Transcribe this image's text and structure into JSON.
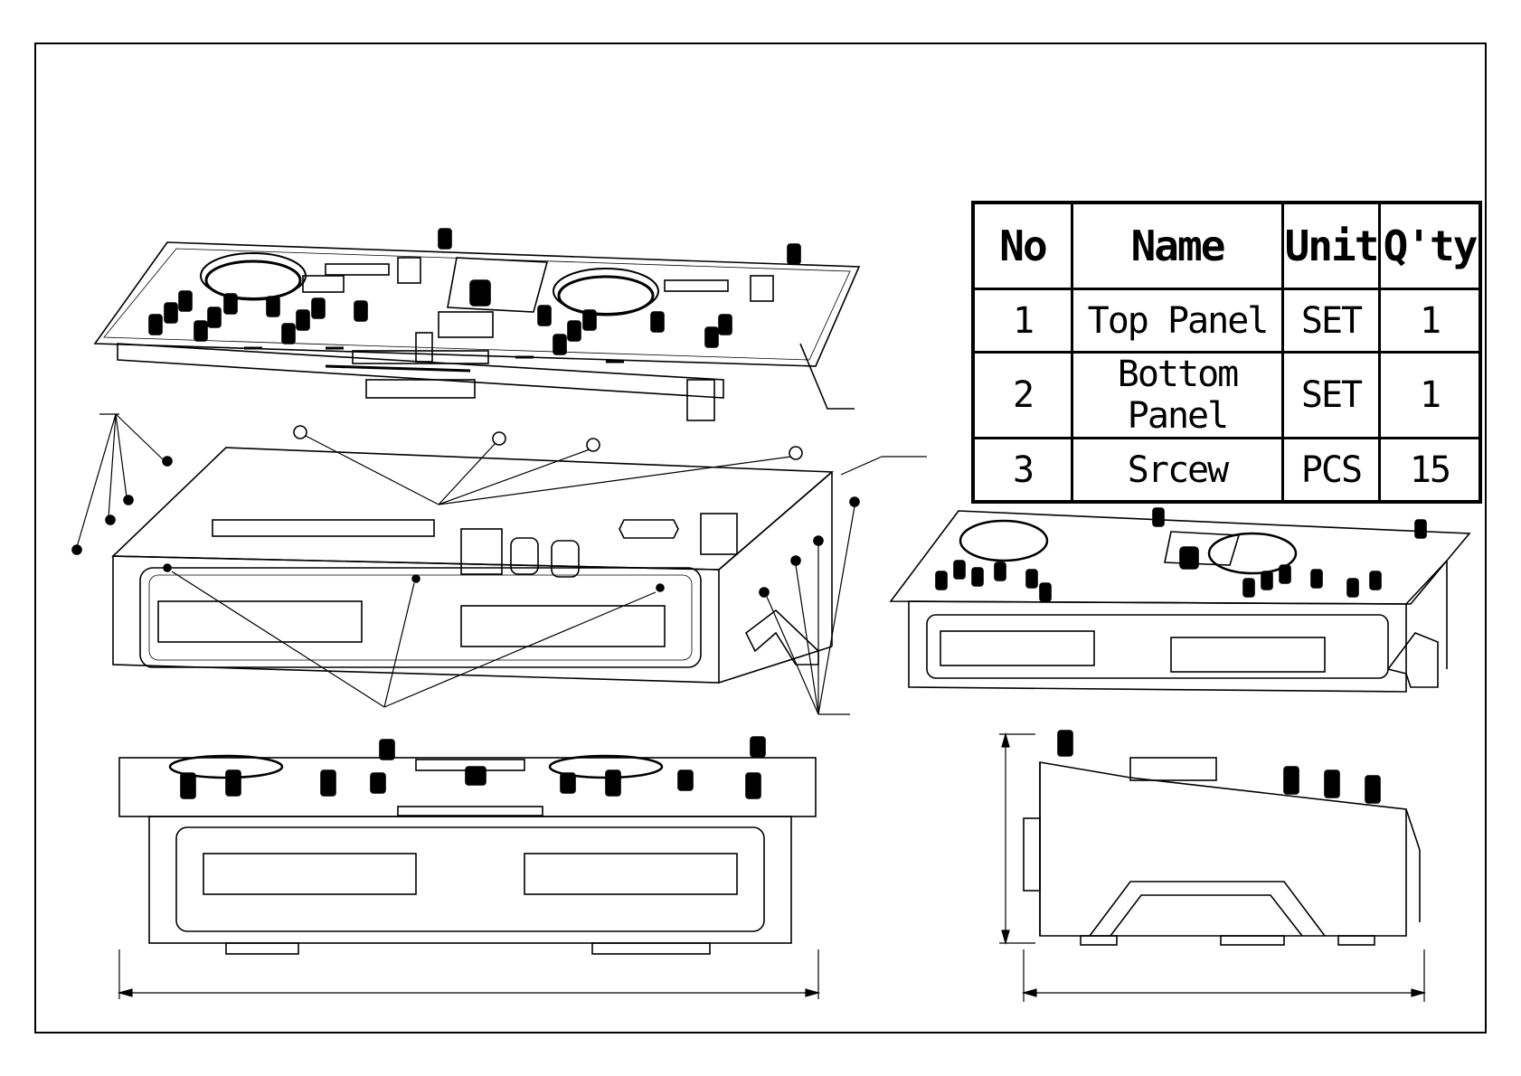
{
  "bom": {
    "headers": {
      "no": "No",
      "name": "Name",
      "unit": "Unit",
      "qty": "Q'ty"
    },
    "rows": [
      {
        "no": "1",
        "name": "Top Panel",
        "unit": "SET",
        "qty": "1"
      },
      {
        "no": "2",
        "name": "Bottom Panel",
        "unit": "SET",
        "qty": "1"
      },
      {
        "no": "3",
        "name": "Srcew",
        "unit": "PCS",
        "qty": "15"
      }
    ]
  }
}
